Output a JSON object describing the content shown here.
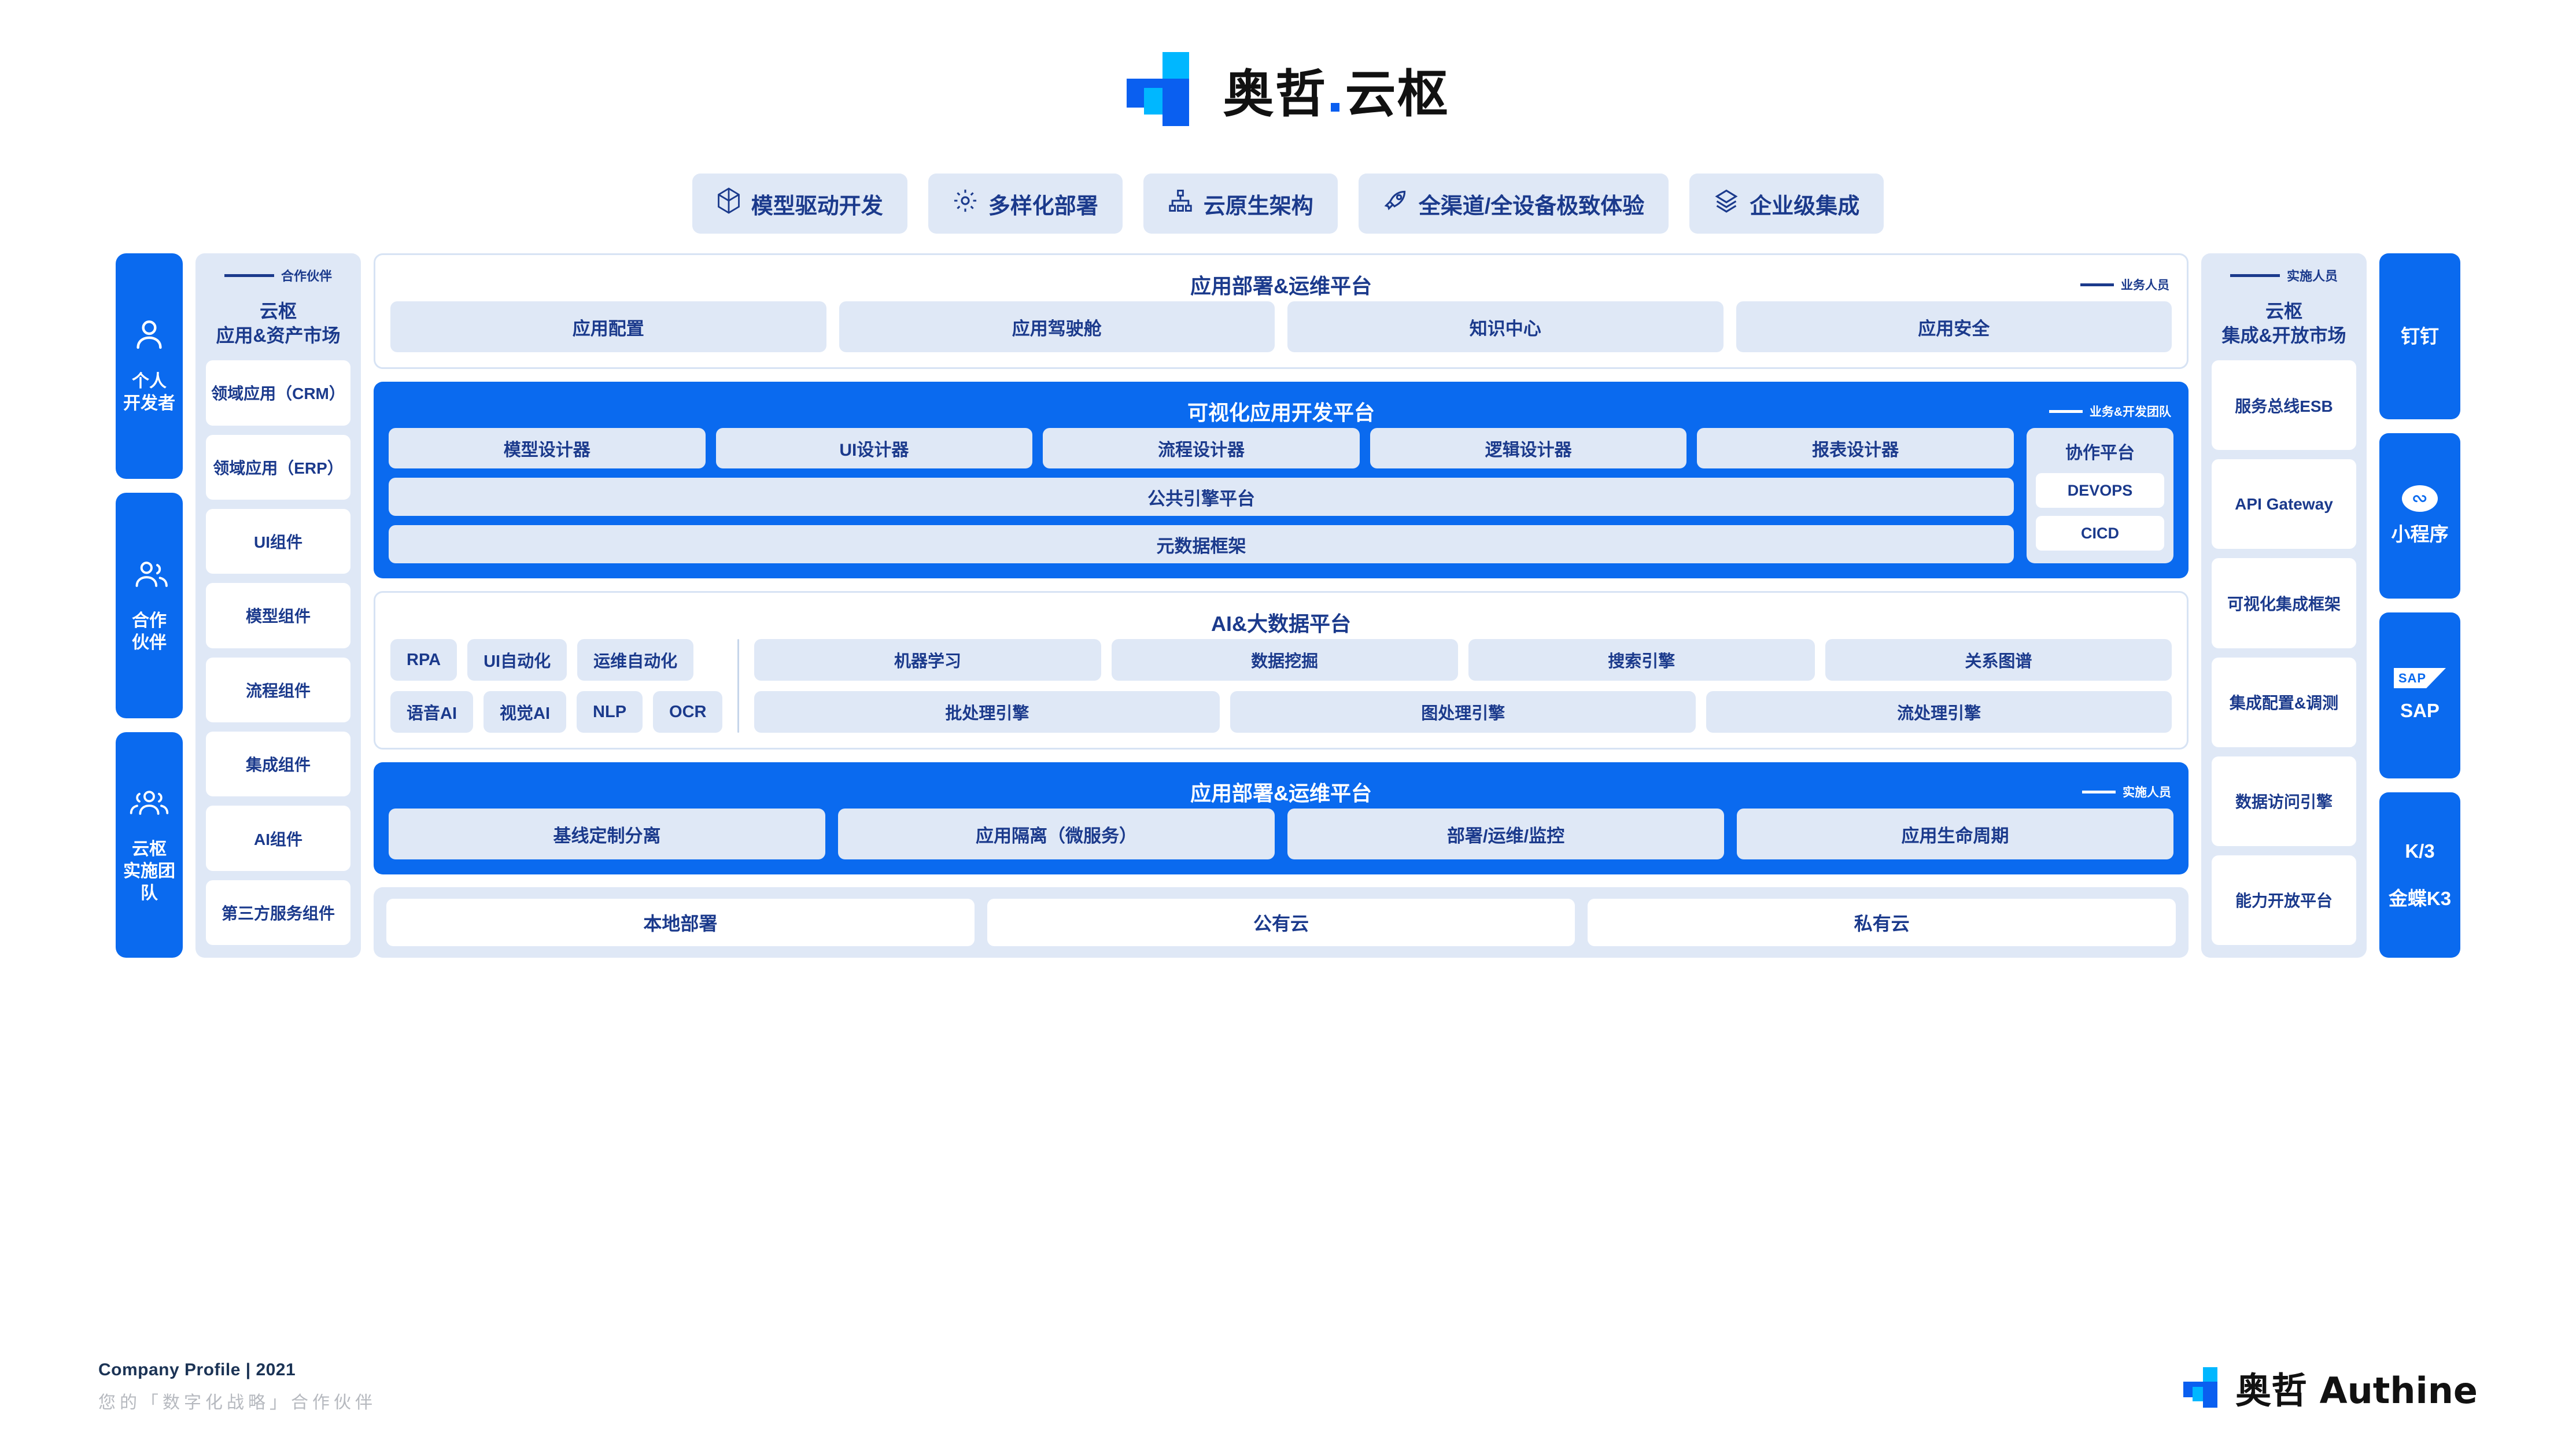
{
  "brand": {
    "logo_text": "奥哲",
    "logo_suffix": "云枢",
    "footer_logo_text": "奥哲 Authine"
  },
  "features": [
    {
      "icon": "cube-icon",
      "label": "模型驱动开发"
    },
    {
      "icon": "gear-icon",
      "label": "多样化部署"
    },
    {
      "icon": "sitemap-icon",
      "label": "云原生架构"
    },
    {
      "icon": "rocket-icon",
      "label": "全渠道/全设备极致体验"
    },
    {
      "icon": "layers-icon",
      "label": "企业级集成"
    }
  ],
  "personas": [
    {
      "icon": "single-user-icon",
      "label": "个人\n开发者"
    },
    {
      "icon": "two-users-icon",
      "label": "合作\n伙伴"
    },
    {
      "icon": "three-users-icon",
      "label": "云枢\n实施团队"
    }
  ],
  "app_market": {
    "tag": "合作伙伴",
    "title": "云枢\n应用&资产市场",
    "items": [
      "领域应用（CRM）",
      "领域应用（ERP）",
      "UI组件",
      "模型组件",
      "流程组件",
      "集成组件",
      "AI组件",
      "第三方服务组件"
    ]
  },
  "ops_top": {
    "title": "应用部署&运维平台",
    "role": "业务人员",
    "chips": [
      "应用配置",
      "应用驾驶舱",
      "知识中心",
      "应用安全"
    ]
  },
  "dev_platform": {
    "title": "可视化应用开发平台",
    "role": "业务&开发团队",
    "designers": [
      "模型设计器",
      "UI设计器",
      "流程设计器",
      "逻辑设计器",
      "报表设计器"
    ],
    "bars": [
      "公共引擎平台",
      "元数据框架"
    ],
    "collab": {
      "title": "协作平台",
      "items": [
        "DEVOPS",
        "CICD"
      ]
    }
  },
  "ai_platform": {
    "title": "AI&大数据平台",
    "left_row1": [
      "RPA",
      "UI自动化",
      "运维自动化"
    ],
    "left_row2": [
      "语音AI",
      "视觉AI",
      "NLP",
      "OCR"
    ],
    "right_row1": [
      "机器学习",
      "数据挖掘",
      "搜索引擎",
      "关系图谱"
    ],
    "right_row2": [
      "批处理引擎",
      "图处理引擎",
      "流处理引擎"
    ]
  },
  "ops_bottom": {
    "title": "应用部署&运维平台",
    "role": "实施人员",
    "chips": [
      "基线定制分离",
      "应用隔离（微服务）",
      "部署/运维/监控",
      "应用生命周期"
    ]
  },
  "deployment": {
    "options": [
      "本地部署",
      "公有云",
      "私有云"
    ]
  },
  "integration_market": {
    "tag": "实施人员",
    "title": "云枢\n集成&开放市场",
    "items": [
      "服务总线ESB",
      "API Gateway",
      "可视化集成框架",
      "集成配置&调测",
      "数据访问引擎",
      "能力开放平台"
    ]
  },
  "ecosystem": [
    {
      "icon": null,
      "label": "钉钉"
    },
    {
      "icon": "wechat-miniprogram-icon",
      "label": "小程序"
    },
    {
      "icon": "sap-logo-icon",
      "label": "SAP"
    },
    {
      "icon": null,
      "label": "K/3\n\n金蝶K3"
    }
  ],
  "footer": {
    "profile": "Company Profile | 2021",
    "tagline": "您的「数字化战略」合作伙伴"
  },
  "colors": {
    "brand_blue": "#0a6aef",
    "accent_cyan": "#00b7ff",
    "navy_text": "#1b3a8c",
    "chip_bg": "#dfe8f6",
    "white": "#ffffff"
  }
}
